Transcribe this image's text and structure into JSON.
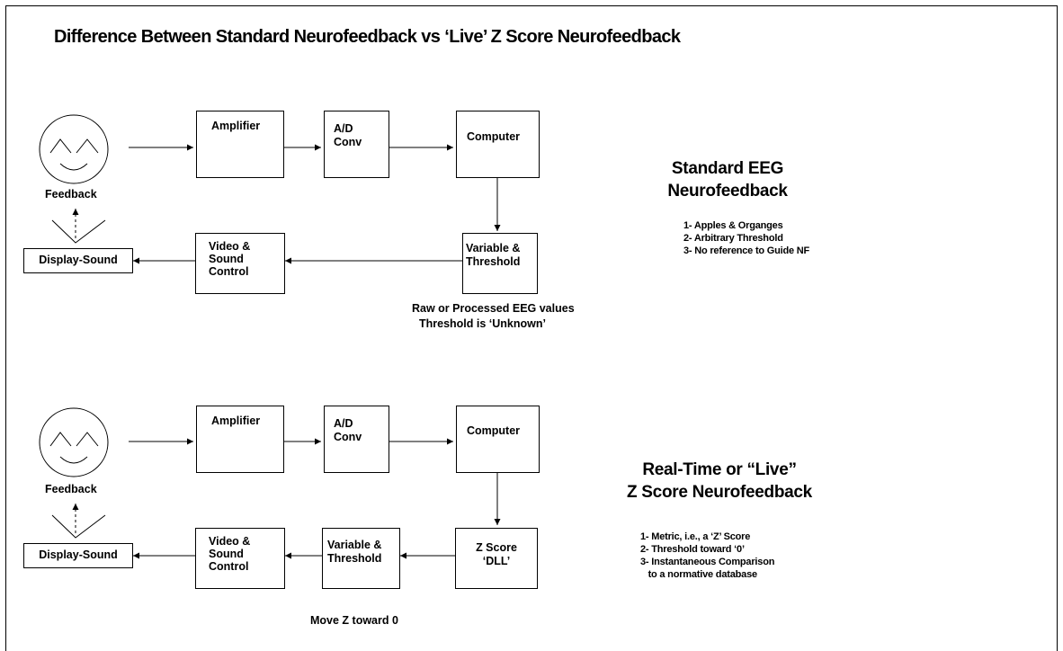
{
  "title": "Difference Between Standard Neurofeedback vs ‘Live’ Z Score Neurofeedback",
  "standard": {
    "heading": "Standard EEG\nNeurofeedback",
    "feedback_label": "Feedback",
    "display_sound": "Display-Sound",
    "amplifier": "Amplifier",
    "ad_conv": "A/D\nConv",
    "computer": "Computer",
    "variable_threshold": "Variable &\nThreshold",
    "video_sound": "Video &\nSound\nControl",
    "caption": [
      "Raw or Processed EEG values",
      "Threshold is ‘Unknown’"
    ],
    "notes": [
      "1- Apples & Organges",
      "2- Arbitrary Threshold",
      "3- No reference to Guide NF"
    ]
  },
  "live": {
    "heading": "Real-Time or “Live”\nZ Score Neurofeedback",
    "feedback_label": "Feedback",
    "display_sound": "Display-Sound",
    "amplifier": "Amplifier",
    "ad_conv": "A/D\nConv",
    "computer": "Computer",
    "zscore_dll": "Z Score\n‘DLL’",
    "variable_threshold": "Variable &\nThreshold",
    "video_sound": "Video &\nSound\nControl",
    "caption": "Move Z toward 0",
    "notes": [
      "1- Metric, i.e., a ‘Z’ Score",
      "2- Threshold toward ‘0’",
      "3- Instantaneous Comparison",
      "   to a normative database"
    ]
  }
}
